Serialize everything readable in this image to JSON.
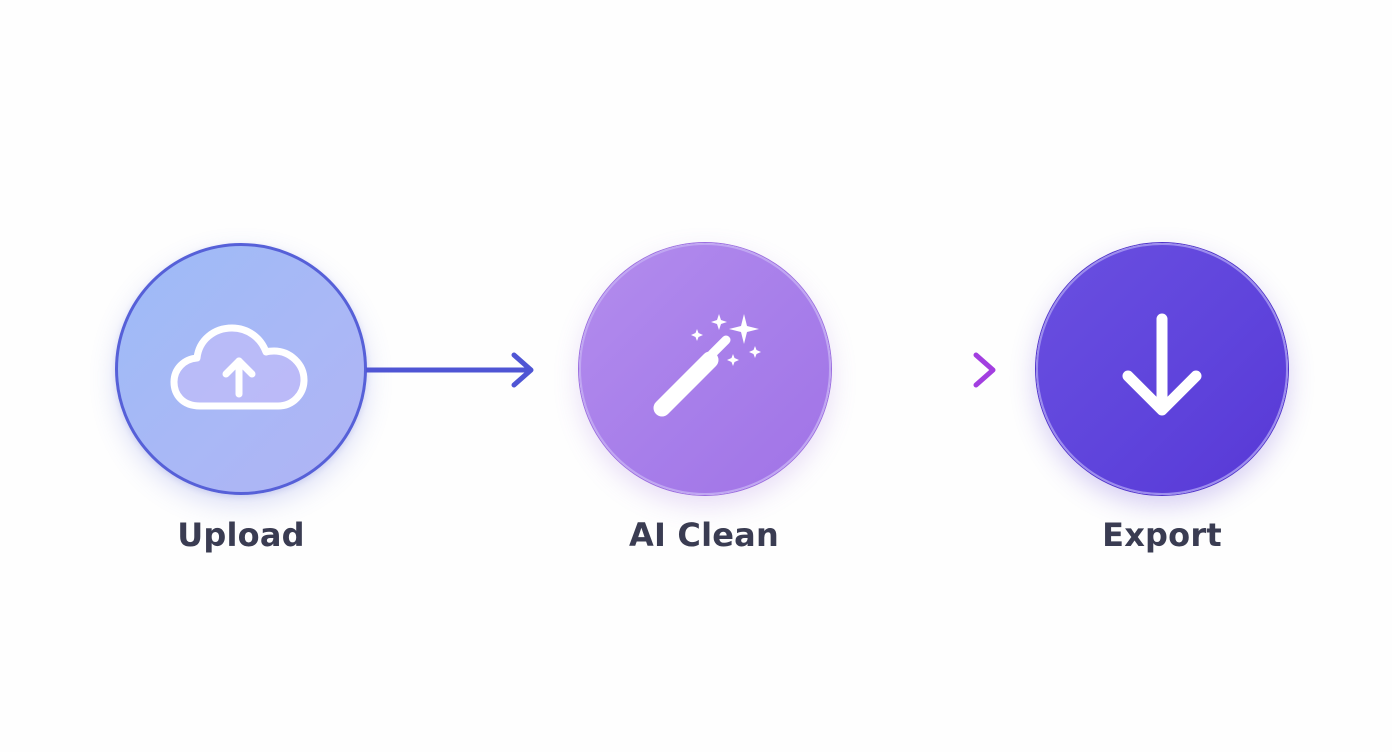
{
  "steps": [
    {
      "id": "upload",
      "label": "Upload",
      "icon": "cloud-upload-icon",
      "color": "#a5b8f6"
    },
    {
      "id": "clean",
      "label": "AI Clean",
      "icon": "magic-wand-icon",
      "color": "#a97ee9"
    },
    {
      "id": "export",
      "label": "Export",
      "icon": "arrow-down-icon",
      "color": "#6046dc"
    }
  ],
  "connectors": [
    {
      "from": "upload",
      "to": "clean",
      "color": "#4f55d4"
    },
    {
      "from": "clean",
      "to": "export",
      "color": "#9b3fe0"
    }
  ]
}
